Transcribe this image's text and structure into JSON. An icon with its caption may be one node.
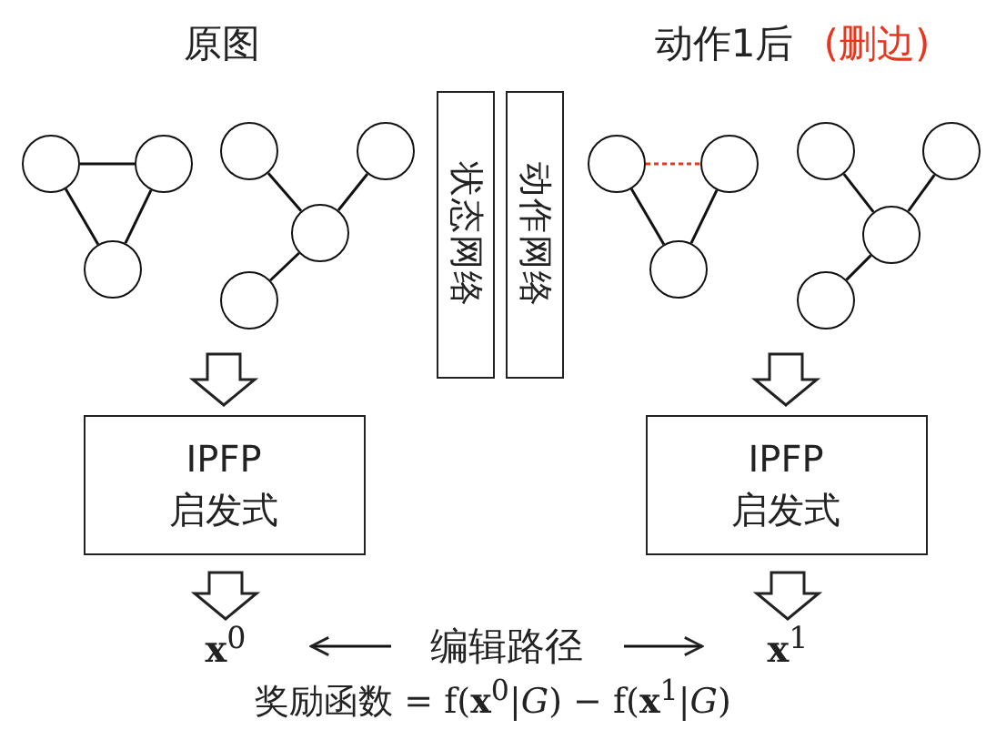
{
  "diagram": {
    "nodes": [
      {
        "text": [],
        "shape": "circle"
      },
      {
        "text": [],
        "shape": "circle"
      },
      {
        "text": [],
        "shape": "circle"
      },
      {
        "text": [],
        "shape": "circle"
      },
      {
        "text": [],
        "shape": "circle"
      },
      {
        "text": [],
        "shape": "circle"
      },
      {
        "text": [],
        "shape": "circle"
      },
      {
        "text": [],
        "shape": "circle"
      },
      {
        "text": [],
        "shape": "circle"
      },
      {
        "text": [],
        "shape": "circle"
      },
      {
        "text": [],
        "shape": "circle"
      },
      {
        "text": [],
        "shape": "circle"
      },
      {
        "text": [],
        "shape": "circle"
      },
      {
        "text": [],
        "shape": "circle"
      },
      {
        "text": [
          "状态网络"
        ]
      },
      {
        "text": [
          "动作网络"
        ]
      },
      {
        "text": [
          "IPFP 启发式"
        ]
      },
      {
        "text": [
          "IPFP 启发式"
        ]
      },
      {
        "text": [
          "**x**$^{0}$"
        ]
      },
      {
        "text": [
          "**x**$^{1}$"
        ]
      }
    ],
    "edges": [
      {
        "from": 0,
        "to": 1,
        "arrow": "none"
      },
      {
        "from": 0,
        "to": 2,
        "arrow": "none"
      },
      {
        "from": 1,
        "to": 2,
        "arrow": "none"
      },
      {
        "from": 3,
        "to": 5,
        "arrow": "none"
      },
      {
        "from": 4,
        "to": 5,
        "arrow": "none"
      },
      {
        "from": 5,
        "to": 6,
        "arrow": "none"
      },
      {
        "from": 7,
        "to": 8,
        "arrow": "none",
        "style": "dashed",
        "color": "#e8361e"
      },
      {
        "from": 7,
        "to": 9,
        "arrow": "none"
      },
      {
        "from": 8,
        "to": 9,
        "arrow": "none"
      },
      {
        "from": 10,
        "to": 12,
        "arrow": "none"
      },
      {
        "from": 11,
        "to": 12,
        "arrow": "none"
      },
      {
        "from": 12,
        "to": 13,
        "arrow": "none"
      },
      {
        "from": null,
        "to": 16,
        "arrow": "to"
      },
      {
        "from": null,
        "to": 17,
        "arrow": "to"
      },
      {
        "from": 16,
        "to": 18,
        "arrow": "to"
      },
      {
        "from": 17,
        "to": 19,
        "arrow": "to"
      },
      {
        "from": 18,
        "to": 19,
        "arrow": "both",
        "label": "编辑路径"
      }
    ],
    "labels": [
      "原图",
      "动作1后",
      "(删边)",
      "奖励函数 = f(**x**$^{0}$|*G*) − f(**x**$^{1}$|*G*)"
    ]
  }
}
